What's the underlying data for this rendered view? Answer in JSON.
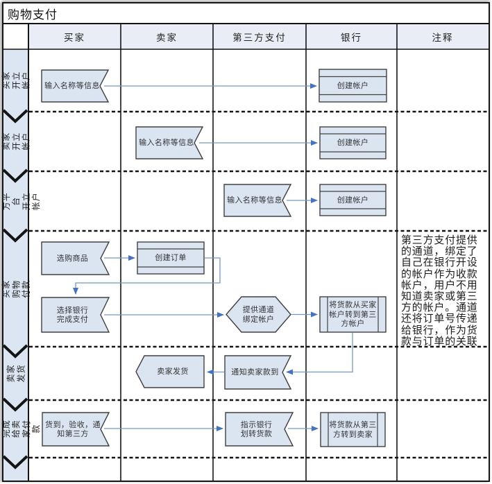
{
  "title": "购物支付",
  "header": {
    "columns": [
      "买家",
      "卖家",
      "第三方支付",
      "银行",
      "注释"
    ]
  },
  "phases": [
    {
      "label": "买家开立\n帐户"
    },
    {
      "label": "卖家开立\n帐户"
    },
    {
      "label": "第三方平台\n开立帐户"
    },
    {
      "label": "买家购物付款"
    },
    {
      "label": "卖家发货"
    },
    {
      "label": "最终完成\n给卖家付款"
    }
  ],
  "nodes": {
    "r1_input": "输入名称等信息",
    "r1_create": "创建帐户",
    "r2_input": "输入名称等信息",
    "r2_create": "创建帐户",
    "r3_input": "输入名称等信息",
    "r3_create": "创建帐户",
    "r4_select_goods": "选购商品",
    "r4_create_order": "创建订单",
    "r4_select_bank": "选择银行\n完成支付",
    "r4_bind_channel": "提供通道\n绑定帐户",
    "r4_transfer_in": "将货款从买家\n帐户转到第三\n方帐户",
    "r5_ship": "卖家发货",
    "r5_notify": "通知卖家款到",
    "r6_received": "货到，验收，通\n知第三方",
    "r6_instruct": "指示银行\n划转货款",
    "r6_transfer_out": "将货款从第三\n方转到卖家"
  },
  "note": "第三方支付提供的通道，绑定了自己在银行开设的帐户作为收款帐户，用户不用知道卖家或第三方的帐户。通道还将订单号传递给银行，作为货款与订单的关联",
  "colors": {
    "shape_fill": "#dbe5f1",
    "shape_border": "#404040",
    "lane_fill": "#dce6f2",
    "header_fill": "#e9eef6",
    "connector": "#7396c8",
    "arrowhead": "#4472c4",
    "grid": "#141414"
  }
}
